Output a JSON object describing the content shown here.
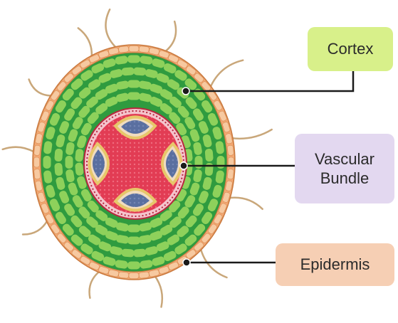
{
  "labels": {
    "cortex": "Cortex",
    "vascular_line1": "Vascular",
    "vascular_line2": "Bundle",
    "epidermis": "Epidermis"
  },
  "colors": {
    "cortex_box": "#d8f08a",
    "vascular_box": "#e3d8f0",
    "epidermis_box": "#f6cfb4",
    "epidermis_ring": "#f2a772",
    "cortex_dark": "#2f9b3f",
    "cortex_cell": "#8ed15b",
    "stele_red": "#e23c54",
    "xylem_blue": "#5a6fa0",
    "phloem_yellow": "#e7c76a",
    "root_hair": "#c9a77a",
    "leader_line": "#1a1a1a"
  }
}
